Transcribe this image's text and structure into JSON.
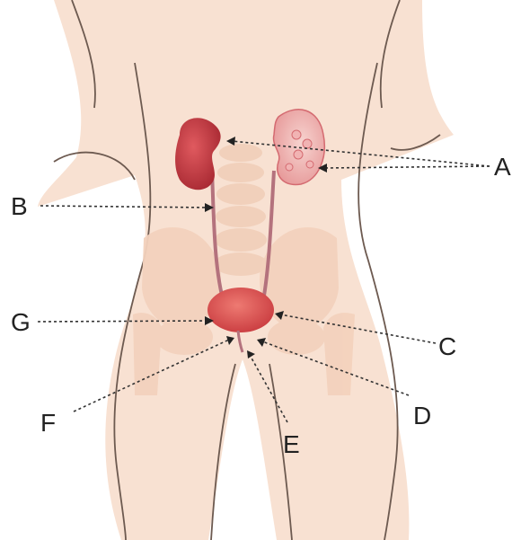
{
  "labels": {
    "A": "A",
    "B": "B",
    "C": "C",
    "D": "D",
    "E": "E",
    "F": "F",
    "G": "G"
  },
  "colors": {
    "skin": "#f8e1d2",
    "outline": "#6d5a50",
    "bone": "#f3d2bd",
    "kidney": "#c8343c",
    "bladder": "#dc4d4d",
    "ureter": "#b4727d"
  }
}
